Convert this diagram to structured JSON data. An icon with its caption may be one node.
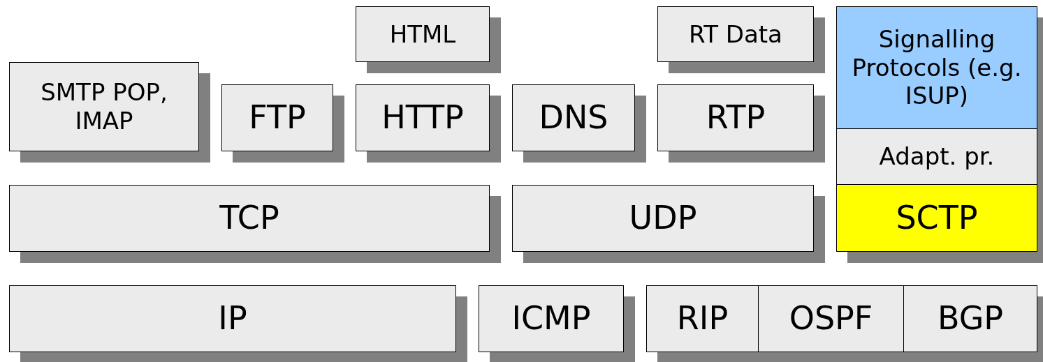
{
  "diagram": {
    "nodes": [
      {
        "text": [
          "HTML"
        ]
      },
      {
        "text": [
          "RT Data"
        ]
      },
      {
        "text": [
          "Signalling Protocols (e.g. ISUP)"
        ]
      },
      {
        "text": [
          "SMTP POP, IMAP"
        ]
      },
      {
        "text": [
          "FTP"
        ]
      },
      {
        "text": [
          "HTTP"
        ]
      },
      {
        "text": [
          "DNS"
        ]
      },
      {
        "text": [
          "RTP"
        ]
      },
      {
        "text": [
          "Adapt. pr."
        ]
      },
      {
        "text": [
          "TCP"
        ]
      },
      {
        "text": [
          "UDP"
        ]
      },
      {
        "text": [
          "SCTP"
        ]
      },
      {
        "text": [
          "IP"
        ]
      },
      {
        "text": [
          "ICMP"
        ]
      },
      {
        "text": [
          "RIP"
        ]
      },
      {
        "text": [
          "OSPF"
        ]
      },
      {
        "text": [
          "BGP"
        ]
      }
    ]
  }
}
